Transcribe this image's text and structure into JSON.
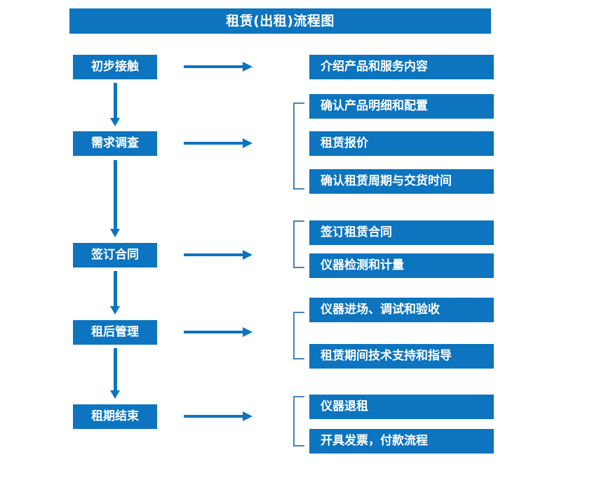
{
  "title": "租赁(出租)流程图",
  "colors": {
    "box_blue": "#0d74bf",
    "bracket_blue": "#4a82b8",
    "text_white": "#ffffff",
    "background": "#ffffff"
  },
  "stages": [
    {
      "label": "初步接触"
    },
    {
      "label": "需求调查"
    },
    {
      "label": "签订合同"
    },
    {
      "label": "租后管理"
    },
    {
      "label": "租期结束"
    }
  ],
  "details": [
    {
      "label": "介绍产品和服务内容"
    },
    {
      "label": "确认产品明细和配置"
    },
    {
      "label": "租赁报价"
    },
    {
      "label": "确认租赁周期与交货时间"
    },
    {
      "label": "签订租赁合同"
    },
    {
      "label": "仪器检测和计量"
    },
    {
      "label": "仪器进场、调试和验收"
    },
    {
      "label": "租赁期间技术支持和指导"
    },
    {
      "label": "仪器退租"
    },
    {
      "label": "开具发票，付款流程"
    }
  ]
}
